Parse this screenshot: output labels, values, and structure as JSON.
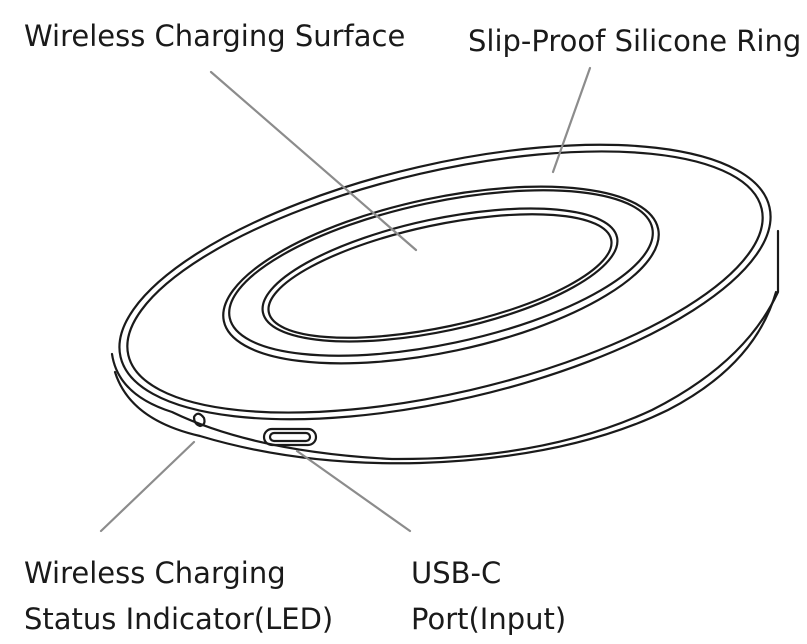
{
  "labels": {
    "charging_surface": "Wireless Charging Surface",
    "silicone_ring": "Slip-Proof Silicone Ring",
    "status_indicator": {
      "line1": "Wireless Charging",
      "line2": "Status Indicator(LED)"
    },
    "usb_port": {
      "line1": "USB-C",
      "line2": "Port(Input)"
    }
  },
  "colors": {
    "outline": "#1a1a1a",
    "leader_line": "#8c8c8c",
    "background": "#ffffff"
  }
}
